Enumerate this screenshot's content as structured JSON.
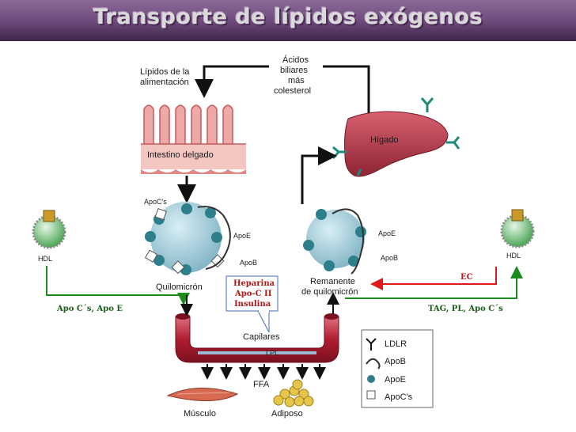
{
  "title": "Transporte de lípidos exógenos",
  "labels": {
    "lipidos_line1": "Lípidos de la",
    "lipidos_line2": "alimentación",
    "acidos_line1": "Ácidos",
    "acidos_line2": "biliares",
    "acidos_line3": "más",
    "acidos_line4": "colesterol",
    "intestino": "Intestino delgado",
    "higado": "Hígado",
    "apoc_top": "ApoC's",
    "apoe_left": "ApoE",
    "apob_left": "ApoB",
    "apoe_right": "ApoE",
    "apob_right": "ApoB",
    "quilomicron": "Quilomicrón",
    "remanente_line1": "Remanente",
    "remanente_line2": "de quilomicrón",
    "hdl_left": "HDL",
    "hdl_right": "HDL",
    "apo_left": "Apo C´s, Apo E",
    "tag_right": "TAG, PL, Apo C´s",
    "ec": "EC",
    "box_line1": "Heparina",
    "box_line2": "Apo-C II",
    "box_line3": "Insulina",
    "capilares": "Capilares",
    "lpl": "LPL",
    "ffa": "FFA",
    "musculo": "Músculo",
    "adiposo": "Adiposo"
  },
  "legend": [
    {
      "symbol": "LDLR-receptor-icon",
      "label": "LDLR"
    },
    {
      "symbol": "ApoB-strand-icon",
      "label": "ApoB"
    },
    {
      "symbol": "ApoE-dot-icon",
      "label": "ApoE"
    },
    {
      "symbol": "ApoC-square-icon",
      "label": "ApoC's"
    }
  ],
  "colors": {
    "banner": "#6f4c7e",
    "banner_dark": "#3e2448",
    "title_text": "#d9d9d9",
    "green_arrow": "#1e8b1e",
    "red_arrow": "#e01a1a",
    "red_text": "#b01818",
    "green_text": "#1a5e1a",
    "chylo_body": "#a8cfdb",
    "apo_dot": "#2d7f8c",
    "liver": "#c04050",
    "intestine": "#e8a4a4",
    "vessel": "#c1273a",
    "muscle": "#d66a52",
    "adipose": "#e6c64a"
  }
}
